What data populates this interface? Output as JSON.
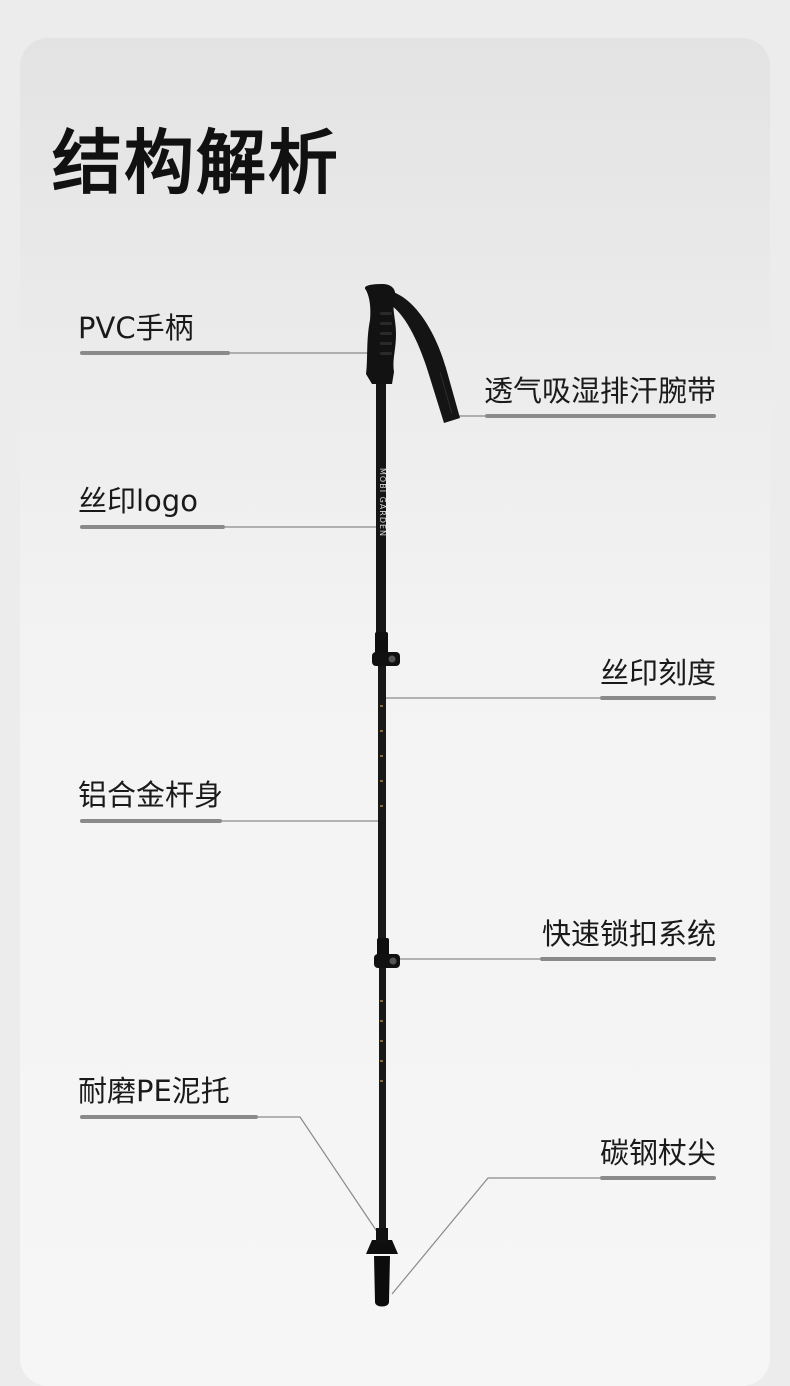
{
  "title": "结构解析",
  "brand_text": "MOBI GARDEN",
  "colors": {
    "pole": "#151515",
    "leader": "#8a8a8a",
    "text": "#1a1a1a"
  },
  "callouts": [
    {
      "id": "handle",
      "label": "PVC手柄"
    },
    {
      "id": "strap",
      "label": "透气吸湿排汗腕带"
    },
    {
      "id": "logo",
      "label": "丝印logo"
    },
    {
      "id": "scale",
      "label": "丝印刻度"
    },
    {
      "id": "shaft",
      "label": "铝合金杆身"
    },
    {
      "id": "lock",
      "label": "快速锁扣系统"
    },
    {
      "id": "basket",
      "label": "耐磨PE泥托"
    },
    {
      "id": "tip",
      "label": "碳钢杖尖"
    }
  ]
}
